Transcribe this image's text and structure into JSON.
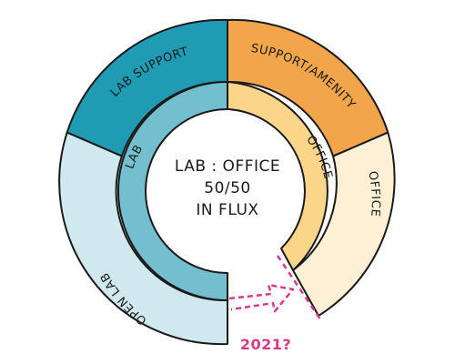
{
  "center": {
    "lines": [
      "LAB : OFFICE",
      "50/50",
      "IN FLUX"
    ]
  },
  "outer_ring": {
    "lab_support": "LAB SUPPORT",
    "open_lab": "OPEN LAB",
    "support_amenity": "SUPPORT/AMENITY",
    "office": "OFFICE"
  },
  "inner_ring": {
    "lab": "LAB",
    "office": "OFFICE"
  },
  "annotation": {
    "label": "2021?"
  },
  "colors": {
    "lab_support": "#1f9bb4",
    "lab": "#74bfcf",
    "open_lab": "#cfe9ee",
    "support_amenity": "#f2a54a",
    "inner_office": "#fbd68a",
    "outer_office": "#fdf0d4",
    "accent": "#d63a87",
    "outline": "#1a1a1a"
  }
}
